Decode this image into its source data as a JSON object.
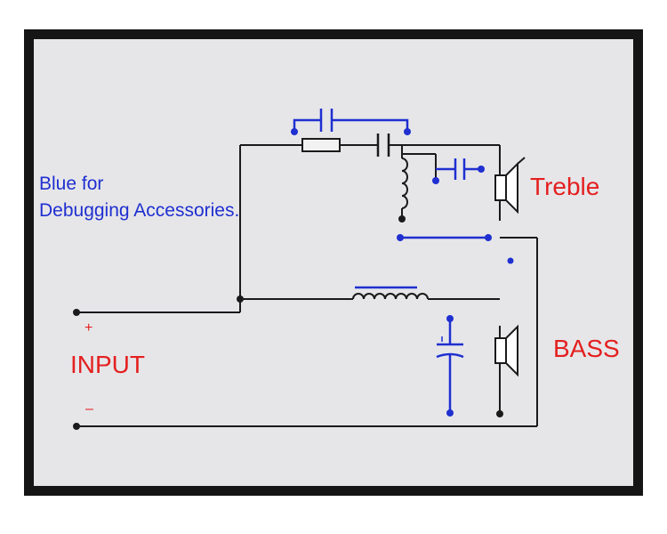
{
  "note": {
    "line1": "Blue for",
    "line2": "Debugging Accessories."
  },
  "labels": {
    "treble": "Treble",
    "bass": "BASS",
    "input": "INPUT",
    "plus": "+",
    "minus": "–"
  },
  "colors": {
    "frame": "#151515",
    "panel": "#e6e6e9",
    "wire": "#1a1a1a",
    "accessory": "#1f2fd0",
    "label": "#e41f1f"
  }
}
